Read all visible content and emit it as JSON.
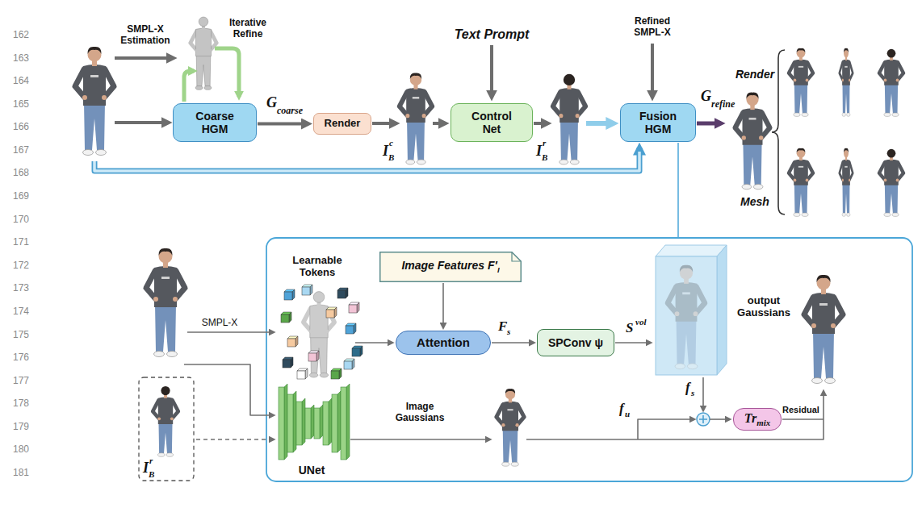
{
  "diagram": {
    "nodes": [
      {
        "text": [
          "Coarse HGM"
        ]
      },
      {
        "text": [
          "Render"
        ]
      },
      {
        "text": [
          "Control Net"
        ]
      },
      {
        "text": [
          "Fusion HGM"
        ]
      },
      {
        "text": [
          "Image Features F′",
          "I"
        ]
      },
      {
        "text": [
          "Attention"
        ]
      },
      {
        "text": [
          "SPConv ψ"
        ]
      },
      {
        "text": [
          "Tr",
          "mix"
        ]
      }
    ],
    "edges": [
      {
        "from": 0,
        "to": 1,
        "arrow": "to"
      },
      {
        "from": 4,
        "to": 5,
        "arrow": "to"
      },
      {
        "from": 5,
        "to": 6,
        "arrow": "to"
      }
    ],
    "labels": [
      "162",
      "163",
      "164",
      "165",
      "166",
      "167",
      "168",
      "169",
      "170",
      "171",
      "172",
      "173",
      "174",
      "175",
      "176",
      "177",
      "178",
      "179",
      "180",
      "181",
      "SMPL-X Estimation",
      "Iterative Refine",
      "Text Prompt",
      "Refined SMPL-X",
      "G",
      "coarse",
      "I",
      "B",
      "c",
      "I",
      "B",
      "r",
      "G",
      "refine",
      "Render",
      "Mesh",
      "Learnable Tokens",
      "F",
      "s",
      "S",
      "vol",
      "output Gaussians",
      "f",
      "s",
      "f",
      "u",
      "Residual",
      "SMPL-X",
      "Image Gaussians",
      "UNet",
      "I",
      "B",
      "r"
    ]
  }
}
